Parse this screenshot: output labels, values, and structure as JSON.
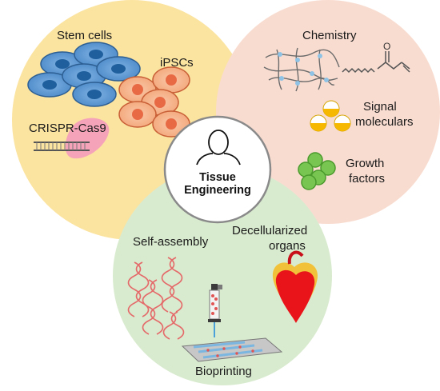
{
  "center": {
    "title": "Tissue Engineering"
  },
  "cells": {
    "title": "Cells",
    "items": {
      "stem_cells": "Stem cells",
      "ipscs": "iPSCs",
      "crispr": "CRISPR-Cas9"
    }
  },
  "biomaterials": {
    "items": {
      "chemistry": "Chemistry",
      "signal_line1": "Signal",
      "signal_line2": "moleculars",
      "growth_line1": "Growth",
      "growth_line2": "factors"
    }
  },
  "fabrication": {
    "items": {
      "self_assembly": "Self-assembly",
      "decell_line1": "Decellularized",
      "decell_line2": "organs",
      "bioprinting": "Bioprinting"
    }
  },
  "colors": {
    "cells_circle": "#fbe3a0",
    "biomaterials_circle": "#f9dcd0",
    "fabrication_circle": "#d9ebcf",
    "stem_cell_fill": "#5b9bd5",
    "stem_cell_nucleus": "#1f5f9e",
    "ipsc_fill": "#f4b183",
    "ipsc_nucleus": "#e86a45",
    "signal_yellow": "#f6b800",
    "growth_green": "#70c04a",
    "heart_red": "#e8141a",
    "dna_red": "#e46a6a"
  }
}
